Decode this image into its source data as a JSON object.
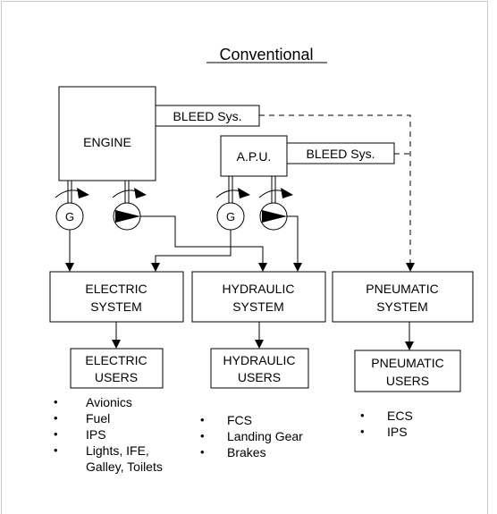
{
  "title": "Conventional",
  "boxes": {
    "engine": "ENGINE",
    "apu": "A.P.U.",
    "bleed_engine": "BLEED Sys.",
    "bleed_apu": "BLEED Sys."
  },
  "generator_label": "G",
  "systems": {
    "electric": [
      "ELECTRIC",
      "SYSTEM"
    ],
    "hydraulic": [
      "HYDRAULIC",
      "SYSTEM"
    ],
    "pneumatic": [
      "PNEUMATIC",
      "SYSTEM"
    ]
  },
  "users": {
    "electric": [
      "ELECTRIC",
      "USERS"
    ],
    "hydraulic": [
      "HYDRAULIC",
      "USERS"
    ],
    "pneumatic": [
      "PNEUMATIC",
      "USERS"
    ]
  },
  "user_lists": {
    "electric": [
      "Avionics",
      "Fuel",
      "IPS",
      "Lights, IFE,",
      "Galley, Toilets"
    ],
    "hydraulic": [
      "FCS",
      "Landing Gear",
      "Brakes"
    ],
    "pneumatic": [
      "ECS",
      "IPS"
    ]
  },
  "colors": {
    "line": "#000000",
    "frame": "#c8c8c8",
    "background": "#ffffff"
  }
}
